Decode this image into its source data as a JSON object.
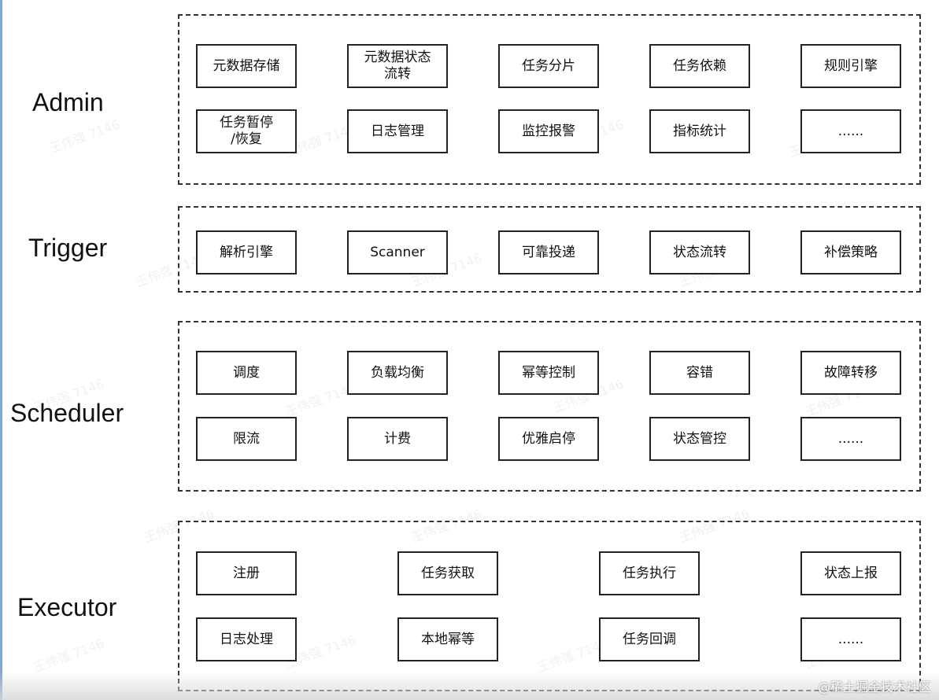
{
  "layers": {
    "admin": {
      "label": "Admin",
      "boxes": [
        "元数据存储",
        "元数据状态\n流转",
        "任务分片",
        "任务依赖",
        "规则引擎",
        "任务暂停\n/恢复",
        "日志管理",
        "监控报警",
        "指标统计",
        "......"
      ]
    },
    "trigger": {
      "label": "Trigger",
      "boxes": [
        "解析引擎",
        "Scanner",
        "可靠投递",
        "状态流转",
        "补偿策略"
      ]
    },
    "scheduler": {
      "label": "Scheduler",
      "boxes": [
        "调度",
        "负载均衡",
        "幂等控制",
        "容错",
        "故障转移",
        "限流",
        "计费",
        "优雅启停",
        "状态管控",
        "......"
      ]
    },
    "executor": {
      "label": "Executor",
      "boxes": [
        "注册",
        "任务获取",
        "任务执行",
        "状态上报",
        "日志处理",
        "本地幂等",
        "任务回调",
        "......"
      ]
    }
  },
  "watermark": "王伟强 7146",
  "footer": "@稀土掘金技术社区"
}
